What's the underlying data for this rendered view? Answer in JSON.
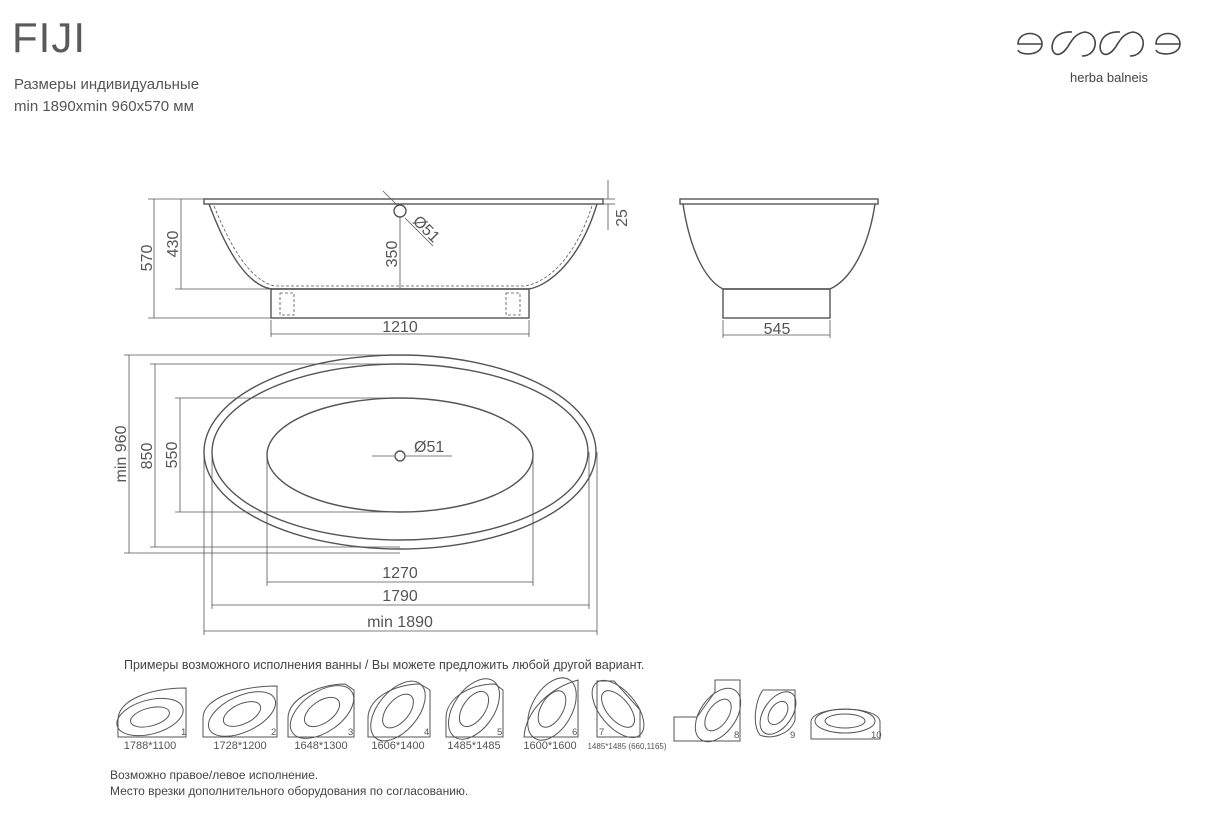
{
  "header": {
    "title": "FIJI",
    "subtitle1": "Размеры индивидуальные",
    "subtitle2": "min 1890xmin 960x570 мм"
  },
  "logo": {
    "brand": "esse",
    "tagline": "herba balneis"
  },
  "side_view": {
    "total_height": "570",
    "depth": "430",
    "drain_height": "350",
    "drain_dia": "Ø51",
    "rim": "25",
    "base_length": "1210"
  },
  "end_view": {
    "base_width": "545"
  },
  "top_view": {
    "outer_width": "min 960",
    "rim_width": "850",
    "basin_width": "550",
    "drain_dia": "Ø51",
    "basin_length": "1270",
    "rim_length": "1790",
    "outer_length": "min 1890"
  },
  "examples": {
    "heading": "Примеры возможного исполнения ванны / Вы можете предложить любой другой вариант.",
    "items": [
      {
        "n": "1",
        "size": "1788*1100"
      },
      {
        "n": "2",
        "size": "1728*1200"
      },
      {
        "n": "3",
        "size": "1648*1300"
      },
      {
        "n": "4",
        "size": "1606*1400"
      },
      {
        "n": "5",
        "size": "1485*1485"
      },
      {
        "n": "6",
        "size": "1600*1600"
      },
      {
        "n": "7",
        "size": "1485*1485 (660,1165)"
      },
      {
        "n": "8",
        "size": ""
      },
      {
        "n": "9",
        "size": ""
      },
      {
        "n": "10",
        "size": ""
      }
    ]
  },
  "notes": {
    "line1": "Возможно правое/левое исполнение.",
    "line2": "Место врезки дополнительного оборудования по согласованию."
  }
}
